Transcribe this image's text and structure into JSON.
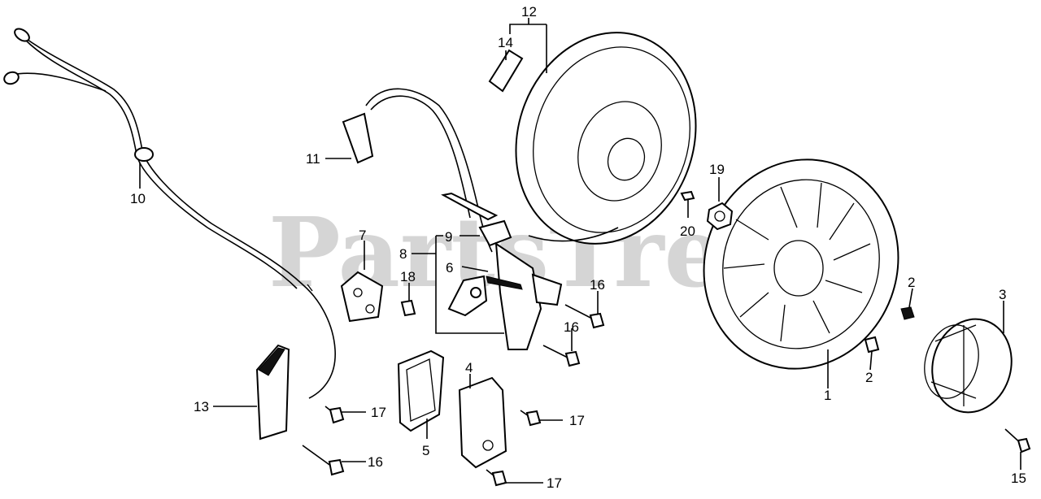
{
  "watermark": "PartsTree",
  "callouts": {
    "c1": "1",
    "c2a": "2",
    "c2b": "2",
    "c3": "3",
    "c4": "4",
    "c5": "5",
    "c6": "6",
    "c7": "7",
    "c8": "8",
    "c9": "9",
    "c10": "10",
    "c11": "11",
    "c12": "12",
    "c13": "13",
    "c14": "14",
    "c15": "15",
    "c16a": "16",
    "c16b": "16",
    "c16c": "16",
    "c17a": "17",
    "c17b": "17",
    "c17c": "17",
    "c18": "18",
    "c19": "19",
    "c20": "20"
  }
}
